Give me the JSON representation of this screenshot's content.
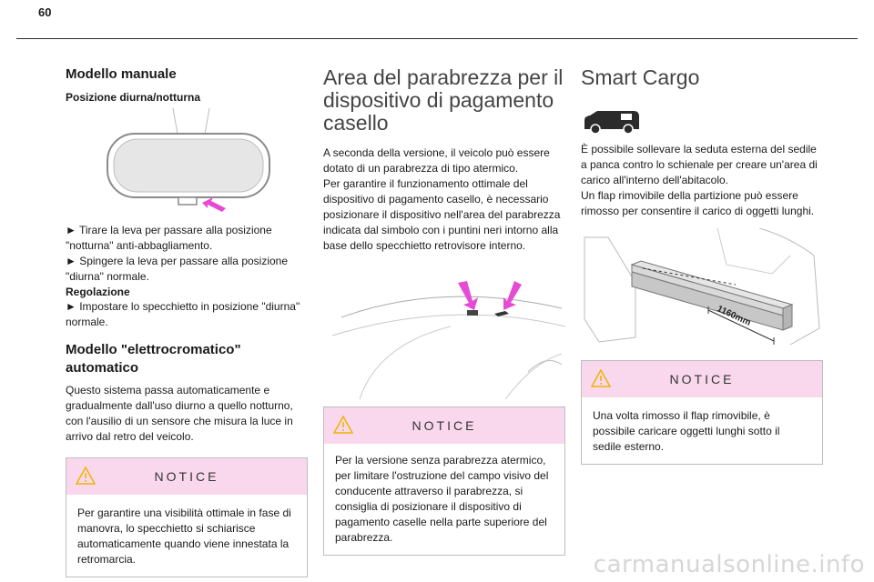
{
  "page": {
    "number": "60"
  },
  "column1": {
    "title": "Modello manuale",
    "subtitle": "Posizione diurna/notturna",
    "instructions": [
      "► Tirare la leva per passare alla posizione \"notturna\" anti-abbagliamento.",
      "► Spingere la leva per passare alla posizione \"diurna\" normale."
    ],
    "regulation_title": "Regolazione",
    "regulation_text": "► Impostare lo specchietto in posizione \"diurna\" normale.",
    "electro_title": "Modello \"elettrocromatico\" automatico",
    "electro_text": "Questo sistema passa automaticamente e gradualmente dall'uso diurno a quello notturno, con l'ausilio di un sensore che misura la luce in arrivo dal retro del veicolo.",
    "notice_title": "NOTICE",
    "notice_text": "Per garantire una visibilità ottimale in fase di manovra, lo specchietto si schiarisce automaticamente quando viene innestata la retromarcia."
  },
  "column2": {
    "title": "Area del parabrezza per il dispositivo di pagamento casello",
    "text": "A seconda della versione, il veicolo può essere dotato di un parabrezza di tipo atermico.\nPer garantire il funzionamento ottimale del dispositivo di pagamento casello, è necessario posizionare il dispositivo nell'area del parabrezza indicata dal simbolo con i puntini neri intorno alla base dello specchietto retrovisore interno.",
    "notice_title": "NOTICE",
    "notice_text": "Per la versione senza parabrezza atermico, per limitare l'ostruzione del campo visivo del conducente attraverso il parabrezza, si consiglia di posizionare il dispositivo di pagamento caselle nella parte superiore del parabrezza."
  },
  "column3": {
    "title": "Smart Cargo",
    "text": "È possibile sollevare la seduta esterna del sedile a panca contro lo schienale per creare un'area di carico all'interno dell'abitacolo.\nUn flap rimovibile della partizione può essere rimosso per consentire il carico di oggetti lunghi.",
    "dimension_label": "1160mm",
    "notice_title": "NOTICE",
    "notice_text": "Una volta rimosso il flap rimovibile, è possibile caricare oggetti lunghi sotto il sedile esterno."
  },
  "colors": {
    "notice_header": "#f9d8ee",
    "arrow": "#e54bd4",
    "warning": "#f0b400"
  },
  "footer": {
    "watermark": "carmanualsonline.info"
  }
}
